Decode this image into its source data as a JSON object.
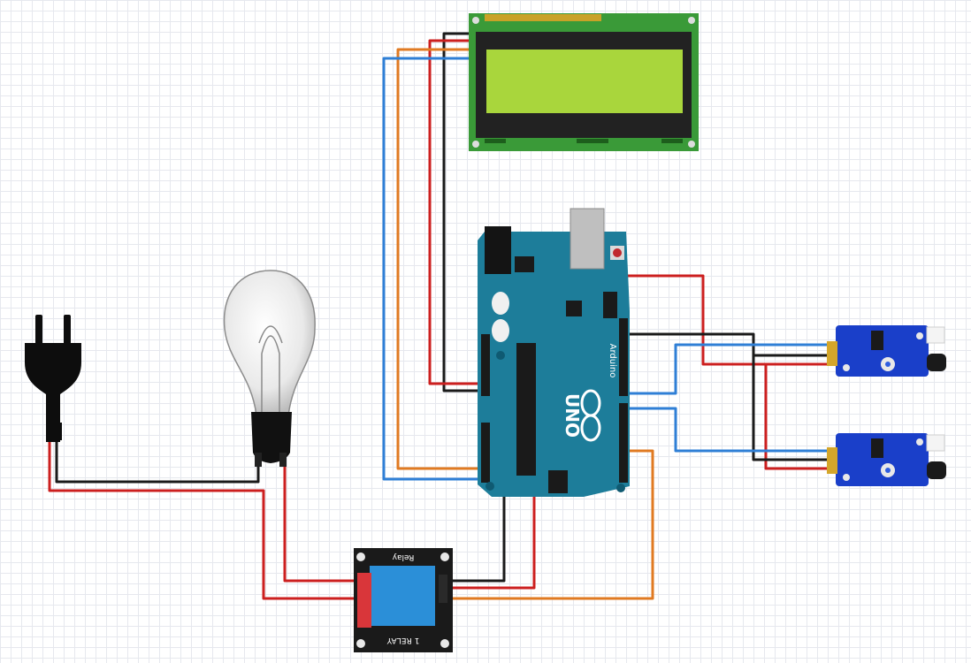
{
  "canvas": {
    "background": "#ffffff",
    "grid_color": "#e6e8ee"
  },
  "wire_colors": {
    "red": "#cc1f1f",
    "black": "#1a1a1a",
    "blue": "#2f7fd6",
    "orange": "#e07a22"
  },
  "components": {
    "lcd": {
      "bezel_color": "#3a9a38",
      "screen_color": "#a9d63c"
    },
    "arduino": {
      "board_color": "#1d7d9a",
      "logo_text": "UNO",
      "brand_text": "Arduino"
    },
    "relay": {
      "board_color": "#1a1a1a",
      "relay_color": "#2b8fd8",
      "top_label": "Relay",
      "bottom_label": "1 RELAY"
    },
    "sensor_top": {
      "board_color": "#1a3fc9"
    },
    "sensor_bottom": {
      "board_color": "#1a3fc9"
    },
    "bulb": {
      "glass_color": "#f2f2f2",
      "base_color": "#111111"
    },
    "plug": {
      "color": "#0d0d0d"
    }
  }
}
